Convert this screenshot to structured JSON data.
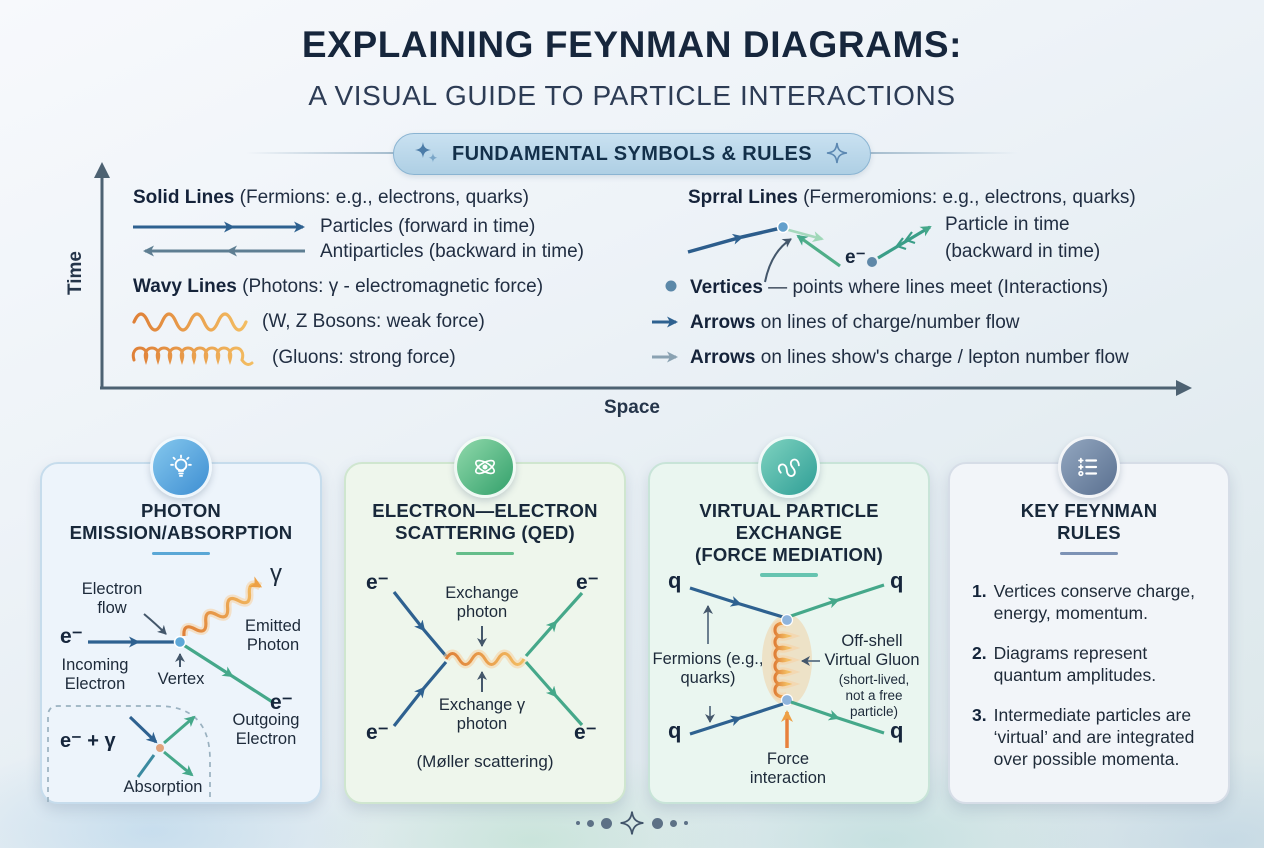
{
  "header": {
    "title_line1": "EXPLAINING FEYNMAN DIAGRAMS:",
    "title_line2": "A VISUAL GUIDE TO PARTICLE INTERACTIONS",
    "badge_label": "FUNDAMENTAL SYMBOLS & RULES"
  },
  "axes": {
    "y_label": "Time",
    "x_label": "Space"
  },
  "legend_left": {
    "solid_bold": "Solid Lines",
    "solid_rest": " (Fermions: e.g., electrons, quarks)",
    "particles": "Particles (forward in time)",
    "antiparticles": "Antiparticles (backward in time)",
    "wavy_bold": "Wavy Lines",
    "wavy_rest": " (Photons: γ - electromagnetic force)",
    "wz": "(W, Z Bosons: weak force)",
    "gluons": "(Gluons: strong force)"
  },
  "legend_right": {
    "spiral_bold": "Sprral Lines",
    "spiral_rest": " (Fermeromions: e.g., electrons, quarks)",
    "electron": "e⁻",
    "particle_time1": "Particle in time",
    "particle_time2": "(backward in time)",
    "vertices_bold": "Vertices",
    "vertices_rest": " — points where lines meet (Interactions)",
    "arrows1_bold": "Arrows",
    "arrows1_rest": " on lines of charge/number flow",
    "arrows2_bold": "Arrows",
    "arrows2_rest": " on lines show's charge / lepton number flow"
  },
  "card_photon": {
    "title1": "PHOTON",
    "title2": "EMISSION/ABSORPTION",
    "electron_flow": "Electron flow",
    "e_in": "e⁻",
    "incoming": "Incoming Electron",
    "vertex": "Vertex",
    "gamma": "γ",
    "emitted": "Emitted Photon",
    "e_out": "e⁻",
    "outgoing": "Outgoing Electron",
    "absorption_eq": "e⁻ + γ",
    "absorption": "Absorption"
  },
  "card_scattering": {
    "title1": "ELECTRON—ELECTRON",
    "title2": "SCATTERING (QED)",
    "e_tl": "e⁻",
    "e_tr": "e⁻",
    "e_bl": "e⁻",
    "e_br": "e⁻",
    "exchange_top": "Exchange photon",
    "exchange_bottom": "Exchange γ photon",
    "moller": "(Møller scattering)"
  },
  "card_virtual": {
    "title1": "VIRTUAL PARTICLE",
    "title2": "EXCHANGE",
    "title3": "(FORCE MEDIATION)",
    "q_tl": "q",
    "q_tr": "q",
    "q_bl": "q",
    "q_br": "q",
    "fermions": "Fermions (e.g., quarks)",
    "offshell_line1": "Off-shell",
    "offshell_line2": "Virtual Gluon",
    "offshell_note": "(short-lived, not a free particle)",
    "force": "Force interaction"
  },
  "card_rules": {
    "title1": "KEY FEYNMAN",
    "title2": "RULES",
    "items": [
      {
        "num": "1.",
        "text": "Vertices conserve charge, energy, momentum."
      },
      {
        "num": "2.",
        "text": "Diagrams represent quantum amplitudes."
      },
      {
        "num": "3.",
        "text": "Intermediate particles are ‘virtual’ and are integrated over possible momenta."
      }
    ]
  },
  "colors": {
    "particle_blue": "#2e6190",
    "antiparticle_slate": "#5e7e92",
    "photon_orange": "#e8913c",
    "fermion_green": "#45a88a",
    "vertex_blue": "#5fa8d8",
    "axis_slate": "#4d6272"
  }
}
